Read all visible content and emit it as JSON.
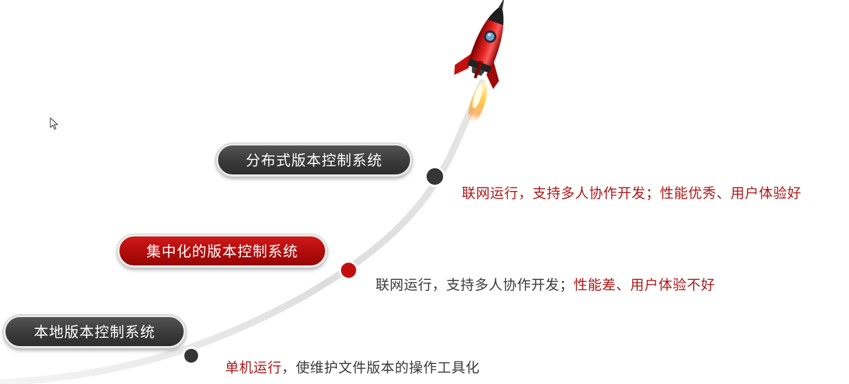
{
  "colors": {
    "dark_pill": "#3c3c3c",
    "red_pill": "#b80e0e",
    "red_text": "#b01818",
    "dark_text": "#3a3a3a",
    "curve": "#e0e0e0"
  },
  "stages": [
    {
      "title": "本地版本控制系统",
      "style": "dark",
      "desc": [
        {
          "text": "单机运行",
          "color": "red"
        },
        {
          "text": "，使维护文件版本的操作工具化",
          "color": "dark"
        }
      ]
    },
    {
      "title": "集中化的版本控制系统",
      "style": "red",
      "desc": [
        {
          "text": "联网运行，支持多人协作开发；",
          "color": "dark"
        },
        {
          "text": "性能差、用户体验不好",
          "color": "red"
        }
      ]
    },
    {
      "title": "分布式版本控制系统",
      "style": "dark",
      "desc": [
        {
          "text": "联网运行，支持多人协作开发；性能优秀、用户体验好",
          "color": "red"
        }
      ]
    }
  ],
  "icons": {
    "rocket": "rocket-icon",
    "cursor": "mouse-cursor-icon"
  }
}
